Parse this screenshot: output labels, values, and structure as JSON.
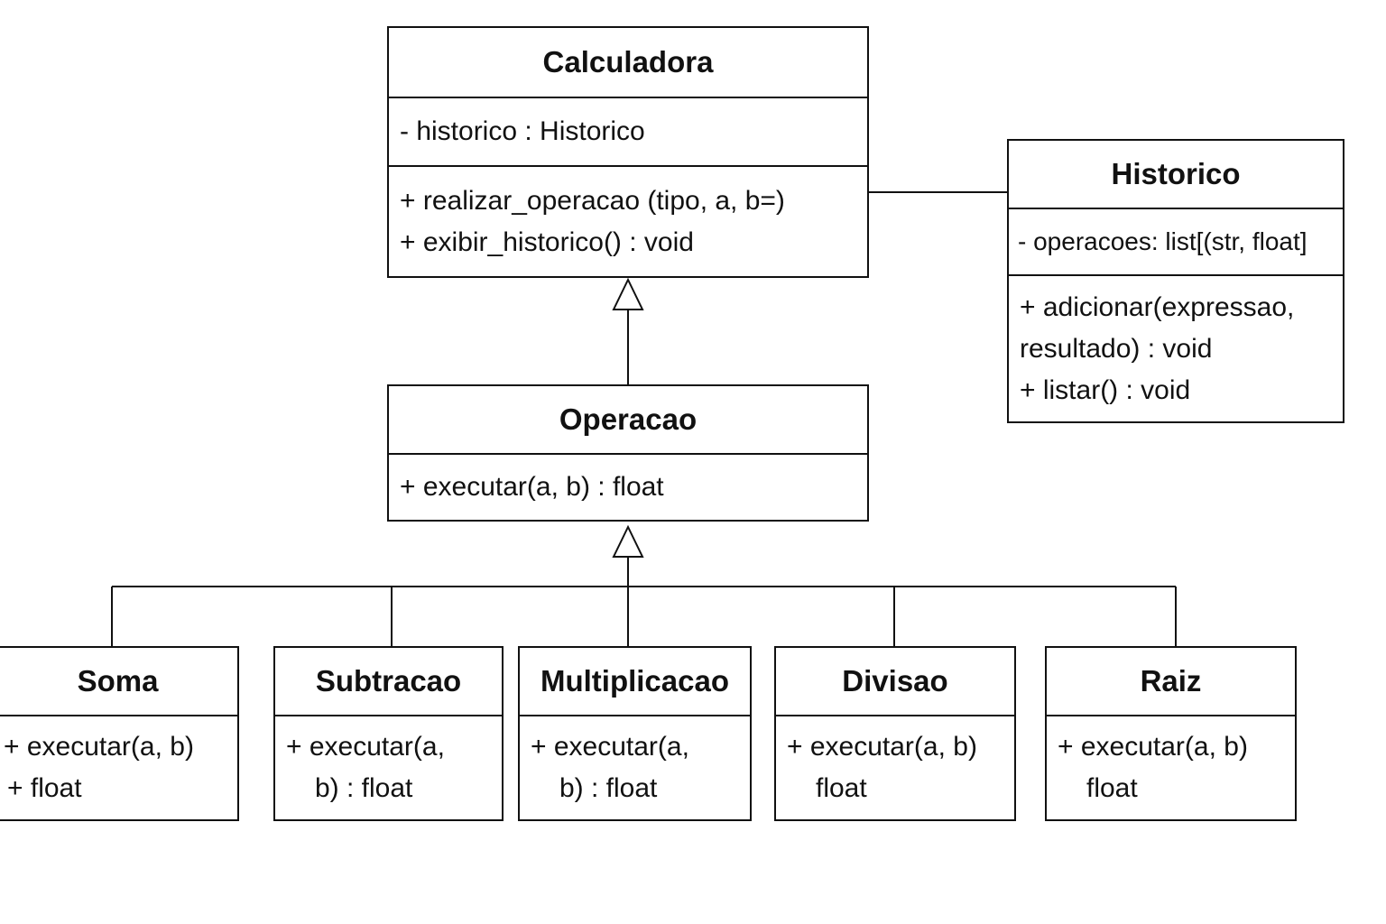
{
  "diagram": {
    "classes": {
      "calculadora": {
        "name": "Calculadora",
        "attributes": [
          "- historico : Historico"
        ],
        "methods": [
          "+ realizar_operacao (tipo, a, b=)",
          "+ exibir_historico() : void"
        ]
      },
      "historico": {
        "name": "Historico",
        "attributes": [
          "- operacoes: list[(str, float]"
        ],
        "methods": [
          "+ adicionar(expressao, resultado) : void",
          "+ listar() : void"
        ]
      },
      "operacao": {
        "name": "Operacao",
        "methods": [
          "+ executar(a, b) : float"
        ]
      },
      "soma": {
        "name": "Soma",
        "methods": [
          "+ executar(a, b)",
          "+ float"
        ]
      },
      "subtracao": {
        "name": "Subtracao",
        "methods": [
          "+ executar(a,",
          "b) : float"
        ]
      },
      "multiplicacao": {
        "name": "Multiplicacao",
        "methods": [
          "+ executar(a,",
          "b) : float"
        ]
      },
      "divisao": {
        "name": "Divisao",
        "methods": [
          "+ executar(a, b)",
          "float"
        ]
      },
      "raiz": {
        "name": "Raiz",
        "methods": [
          "+ executar(a, b)",
          "float"
        ]
      }
    },
    "relationships": [
      {
        "type": "association",
        "from": "Calculadora",
        "to": "Historico"
      },
      {
        "type": "generalization",
        "from": "Operacao",
        "to": "Calculadora"
      },
      {
        "type": "generalization",
        "from": "Soma",
        "to": "Operacao"
      },
      {
        "type": "generalization",
        "from": "Subtracao",
        "to": "Operacao"
      },
      {
        "type": "generalization",
        "from": "Multiplicacao",
        "to": "Operacao"
      },
      {
        "type": "generalization",
        "from": "Divisao",
        "to": "Operacao"
      },
      {
        "type": "generalization",
        "from": "Raiz",
        "to": "Operacao"
      }
    ],
    "colors": {
      "line": "#111111",
      "background": "#ffffff"
    }
  }
}
